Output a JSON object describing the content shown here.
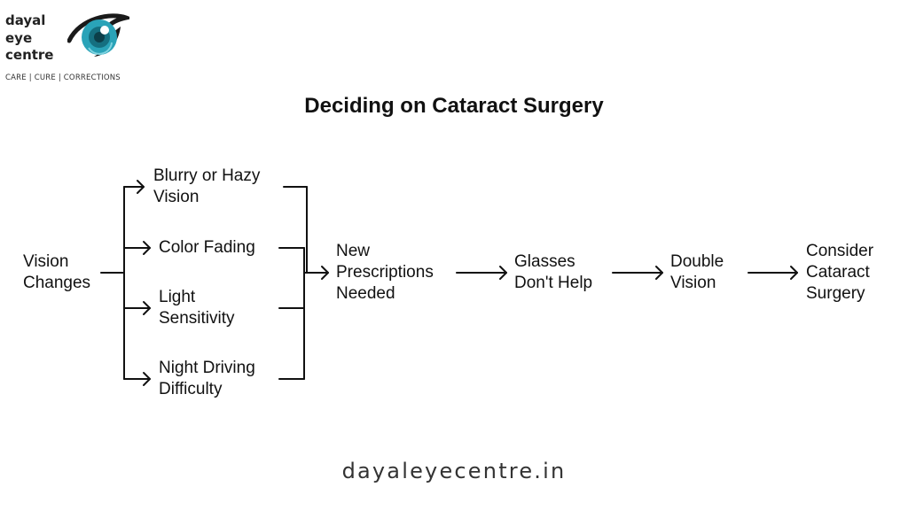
{
  "brand": {
    "name_lines": [
      "dayal",
      "eye",
      "centre"
    ],
    "tagline": "CARE | CURE | CORRECTIONS",
    "logo_icon": "eye-icon",
    "accent_color": "#2aa3b8"
  },
  "title": "Deciding on Cataract Surgery",
  "nodes": {
    "vision_changes": "Vision\nChanges",
    "blurry": "Blurry or Hazy\nVision",
    "color_fading": "Color Fading",
    "light_sensitivity": "Light\nSensitivity",
    "night_driving": "Night Driving\nDifficulty",
    "new_prescriptions": "New\nPrescriptions\nNeeded",
    "glasses": "Glasses\nDon't Help",
    "double_vision": "Double\nVision",
    "consider_surgery": "Consider\nCataract\nSurgery"
  },
  "footer": "dayaleyecentre.in"
}
